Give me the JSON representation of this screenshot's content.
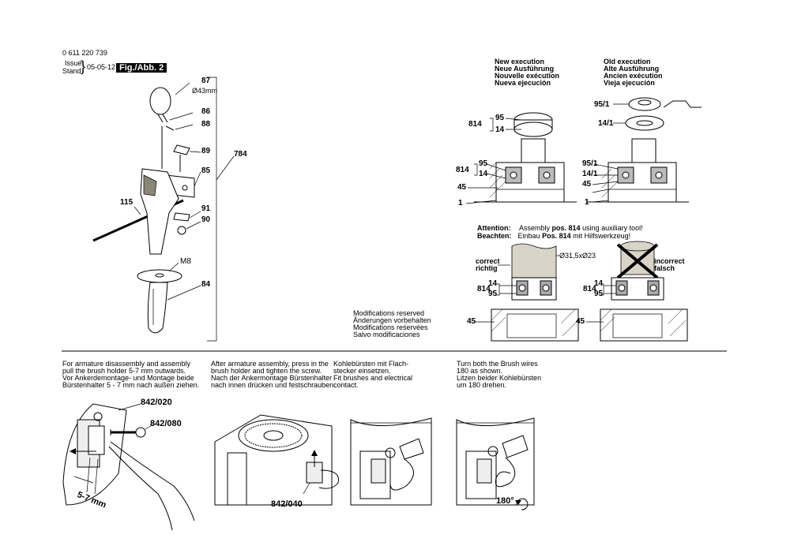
{
  "header": {
    "part_no": "0 611 220 739",
    "issue_label": "Issue",
    "stand_label": "Stand",
    "date": "05-05-12",
    "fig_label": "Fig./Abb. 2"
  },
  "exploded": {
    "labels": [
      "87",
      "Ø43mm",
      "86",
      "88",
      "89",
      "85",
      "784",
      "115",
      "91",
      "90",
      "M8",
      "84"
    ]
  },
  "new_exec": [
    "New execution",
    "Neue Ausführung",
    "Nouvelle exécution",
    "Nueva ejecución"
  ],
  "old_exec": [
    "Old execution",
    "Alte Ausführung",
    "Ancien exécution",
    "Vieja ejecución"
  ],
  "callouts": {
    "n814": "814",
    "n95": "95",
    "n14": "14",
    "n45": "45",
    "n1": "1",
    "o95_1": "95/1",
    "o14_1": "14/1"
  },
  "attention": {
    "attention_label": "Attention:",
    "attention_pre": "Assembly ",
    "attention_pos": "pos. 814",
    "attention_post": " using auxiliary tool!",
    "beachten_label": "Beachten:",
    "beachten_pre": "Einbau ",
    "beachten_pos": "Pos. 814",
    "beachten_post": " mit Hilfswerkzeug!",
    "correct": "correct",
    "richtig": "richtig",
    "incorrect": "incorrect",
    "falsch": "falsch",
    "dimension": "Ø31,5xØ23"
  },
  "modifications": [
    "Modifications reserved",
    "Änderungen vorbehalten",
    "Modifications reśervées",
    "Salvo modificaciones"
  ],
  "steps": [
    [
      "For armature disassembly and assembly",
      "pull the brush holder 5-7 mm outwards.",
      "Vor Ankerdemontage- und Montage beide",
      "Bürstenhalter 5 - 7 mm nach außen ziehen."
    ],
    [
      "After armature assembly, press in the",
      "brush holder and tighten the screw.",
      "Nach der Ankermontage Bürstenhalter",
      "nach innen drücken und festschrauben."
    ],
    [
      "Kohlebürsten mit Flach-",
      "stecker einsetzen.",
      "Fit brushes and electrical",
      "contact."
    ],
    [
      "Turn both the Brush wires",
      "180 as shown.",
      "Litzen beider Kohlebürsten",
      "um 180  drehen."
    ]
  ],
  "step_labels": {
    "p842_020": "842/020",
    "p842_080": "842/080",
    "mm": "5-7 mm",
    "p842_040": "842/040",
    "deg180": "180°"
  }
}
